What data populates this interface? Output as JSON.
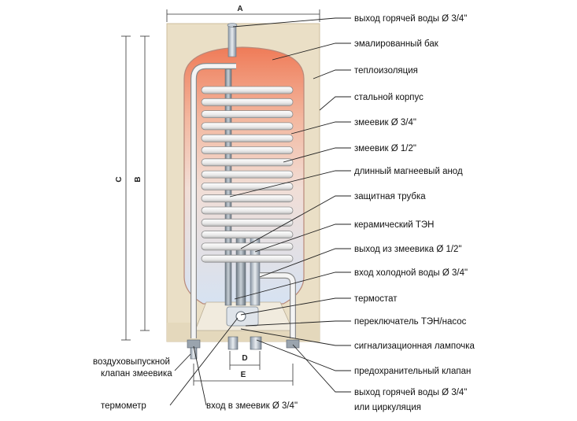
{
  "dimensions": {
    "a": "A",
    "b": "B",
    "c": "C",
    "d": "D",
    "e": "E"
  },
  "labels": [
    "выход горячей воды Ø 3/4\"",
    "эмалированный бак",
    "теплоизоляция",
    "стальной корпус",
    "змеевик Ø 3/4\"",
    "змеевик Ø 1/2\"",
    "длинный магнеевый анод",
    "защитная трубка",
    "керамический ТЭН",
    "выход из змеевика Ø 1/2\"",
    "вход холодной воды Ø 3/4\"",
    "термостат",
    "переключатель ТЭН/насос",
    "сигнализационная лампочка",
    "предохранительный клапан",
    "выход горячей воды Ø 3/4\"",
    "или циркуляция"
  ],
  "left_labels": {
    "air_valve_line1": "воздуховыпускной",
    "air_valve_line2": "клапан змеевика",
    "thermometer": "термометр",
    "coil_inlet": "вход в змеевик Ø 3/4\""
  },
  "colors": {
    "insulation": "#eadfc6",
    "tank_top": "#ef8060",
    "tank_bottom": "#dde6f3",
    "coil": "#f2f2f2",
    "coil_stroke": "#8a8a8a",
    "leader": "#222222"
  }
}
